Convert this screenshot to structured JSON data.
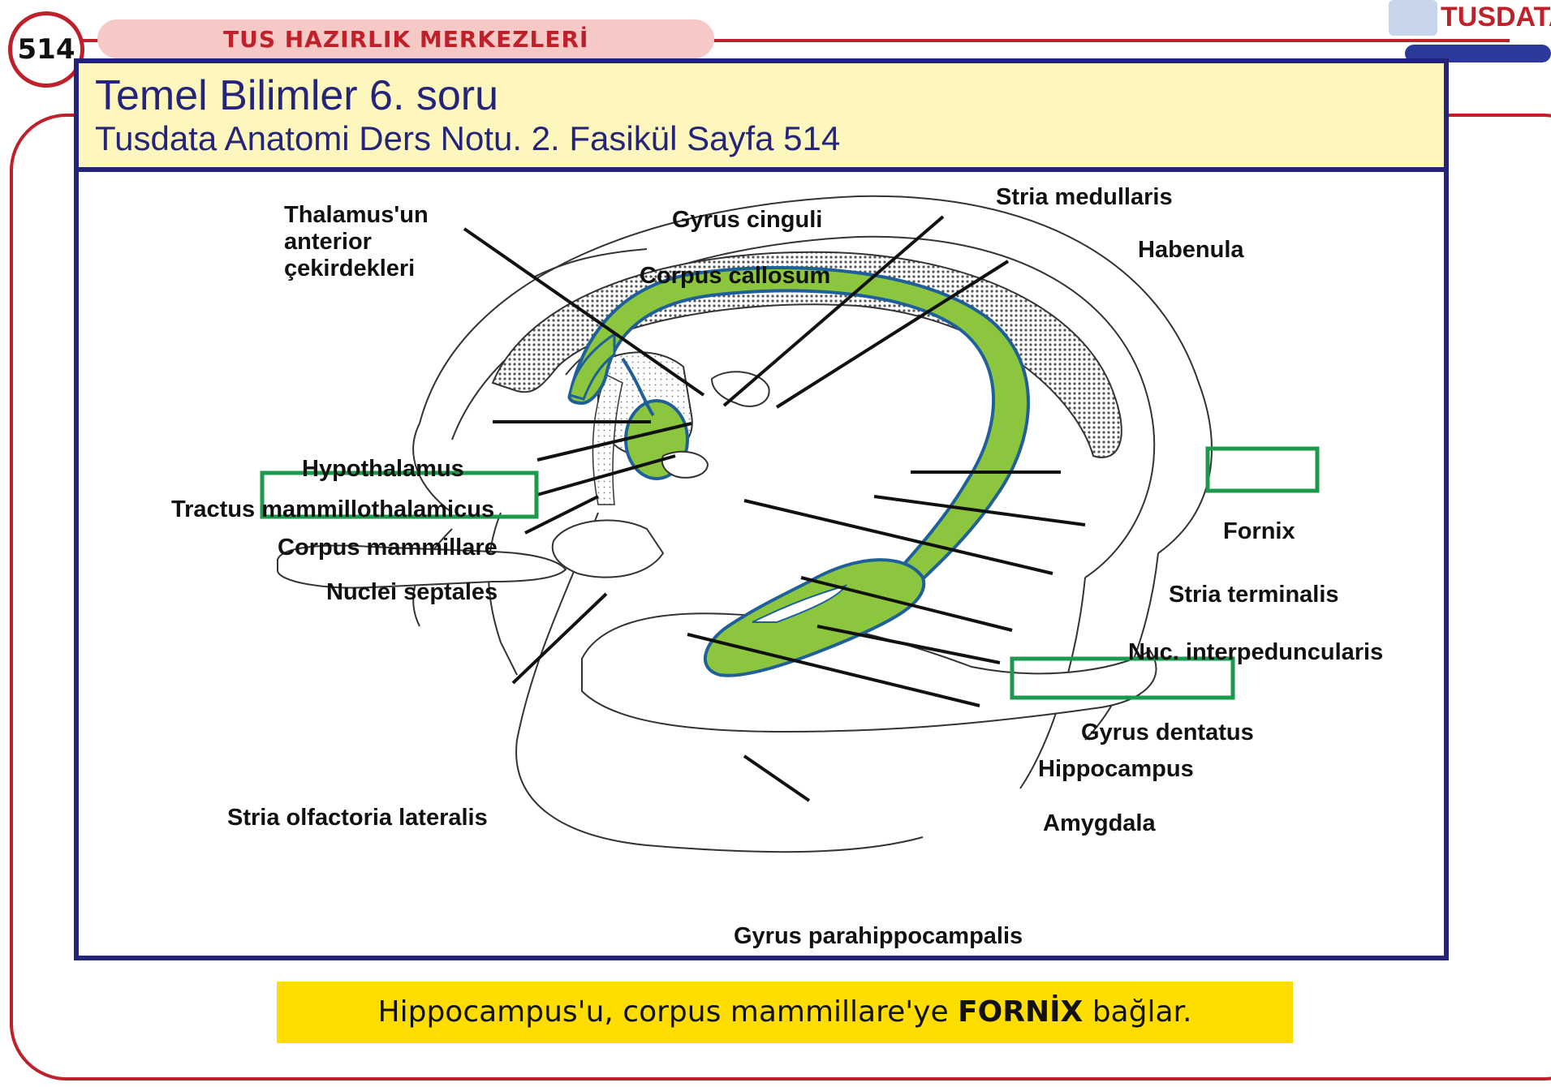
{
  "header": {
    "page_number": "514",
    "section": "TUS HAZIRLIK MERKEZLERİ",
    "brand": "TUSDATA"
  },
  "title": {
    "main": "Temel Bilimler 6. soru",
    "sub": "Tusdata Anatomi Ders Notu. 2. Fasikül Sayfa 514"
  },
  "diagram": {
    "labels": {
      "thalamus_line1": "Thalamus'un",
      "thalamus_line2": "anterior",
      "thalamus_line3": "çekirdekleri",
      "gyrus_cinguli": "Gyrus cinguli",
      "corpus_callosum": "Corpus callosum",
      "stria_medullaris": "Stria medullaris",
      "habenula": "Habenula",
      "hypothalamus": "Hypothalamus",
      "tractus": "Tractus mammillothalamicus",
      "corpus_mammillare": "Corpus mammillare",
      "nuclei_septales": "Nuclei septales",
      "fornix": "Fornix",
      "stria_terminalis": "Stria terminalis",
      "nuc_interpeduncularis": "Nuc. interpeduncularis",
      "gyrus_dentatus": "Gyrus dentatus",
      "hippocampus": "Hippocampus",
      "amygdala": "Amygdala",
      "stria_olfactoria": "Stria olfactoria lateralis",
      "gyrus_parahippocampalis": "Gyrus parahippocampalis"
    },
    "colors": {
      "highlight_fill": "#8cc63f",
      "highlight_stroke": "#1f5f9a",
      "highlight_box": "#1a9a4a"
    }
  },
  "caption": {
    "part1": "Hippocampus'u, corpus mammillare'ye ",
    "bold": "FORNİX",
    "part2": " bağlar."
  }
}
